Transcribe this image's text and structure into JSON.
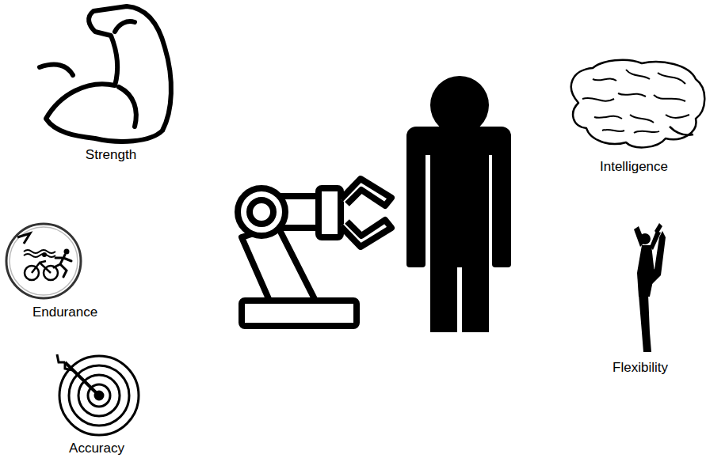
{
  "diagram": {
    "labels": [
      "Strength",
      "Intelligence",
      "Endurance",
      "Flexibility",
      "Accuracy"
    ]
  }
}
